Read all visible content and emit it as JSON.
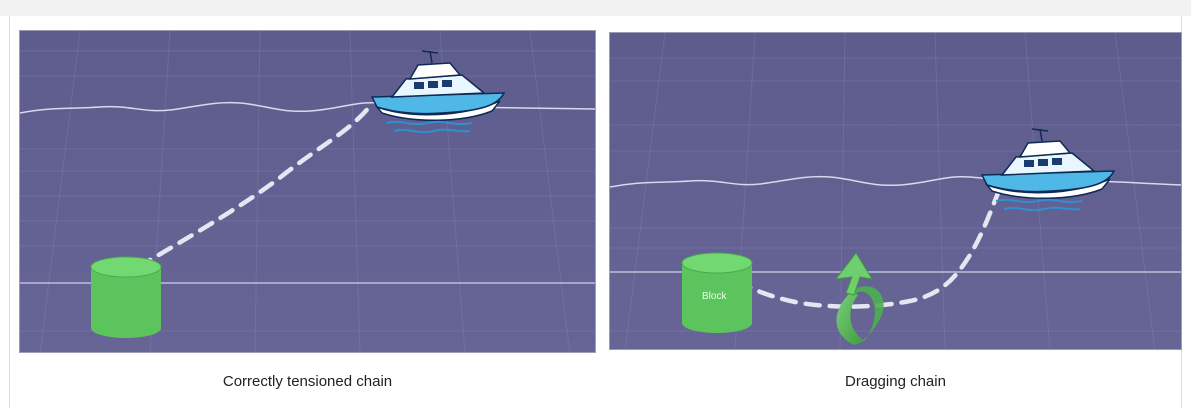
{
  "diagram": {
    "panels": [
      {
        "caption": "Correctly tensioned chain",
        "block_label": "",
        "colors": {
          "water": "#5f5d8e",
          "block": "#5cc45c",
          "chain": "#e6e6f2"
        }
      },
      {
        "caption": "Dragging chain",
        "block_label": "Block",
        "colors": {
          "water": "#5f5d8e",
          "block": "#5cc45c",
          "arrow": "#4caf50",
          "chain": "#e6e6f2"
        }
      }
    ]
  }
}
